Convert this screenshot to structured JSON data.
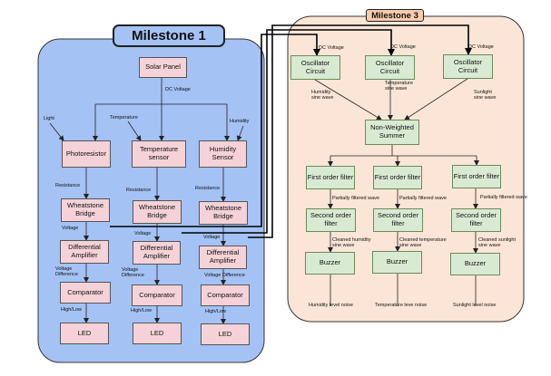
{
  "milestone1": {
    "title": "Milestone 1",
    "solar_panel": "Solar Panel",
    "dc_voltage": "DC Voltage",
    "sensors": [
      {
        "input": "Light",
        "sensor": "Photoresistor",
        "resistance": "Resistance",
        "bridge": "Wheatstone Bridge",
        "voltage": "Voltage",
        "amplifier": "Differential Amplifier",
        "difference": "Voltage Difference",
        "comparator": "Comparator",
        "highlow": "High/Low",
        "led": "LED"
      },
      {
        "input": "Temperature",
        "sensor": "Temperature sensor",
        "resistance": "Resistance",
        "bridge": "Wheatstone Bridge",
        "voltage": "Voltage",
        "amplifier": "Differential Amplifier",
        "difference": "Voltage Difference",
        "comparator": "Comparator",
        "highlow": "High/Low",
        "led": "LED"
      },
      {
        "input": "Humidity",
        "sensor": "Humidity Sensor",
        "resistance": "Resistance",
        "bridge": "Wheatstone Bridge",
        "voltage": "Voltage",
        "amplifier": "Differential Amplifier",
        "difference": "Voltage Difference",
        "comparator": "Comparator",
        "highlow": "High/Low",
        "led": "LED"
      }
    ]
  },
  "milestone3": {
    "title": "Milestone 3",
    "dc_voltage": "DC Voltage",
    "summer": "Non-Weighted Summer",
    "channels": [
      {
        "oscillator": "Oscillator Circuit",
        "wave": "Humidity sine wave",
        "first_filter": "First order filter",
        "partial": "Partially filtered wave",
        "second_filter": "Second order filter",
        "cleaned": "Cleaned humidity sine wave",
        "buzzer": "Buzzer",
        "noise": "Humidity level noise"
      },
      {
        "oscillator": "Oscillator Circuit",
        "wave": "Temperature sine wave",
        "first_filter": "First order filter",
        "partial": "Partially filtered wave",
        "second_filter": "Second order filter",
        "cleaned": "Cleaned temperature sine wave",
        "buzzer": "Buzzer",
        "noise": "Temperature leve noise"
      },
      {
        "oscillator": "Oscillator Circuit",
        "wave": "Sunlight sine wave",
        "first_filter": "First order filter",
        "partial": "Partially filtered wave",
        "second_filter": "Second order filter",
        "cleaned": "Cleaned sunlight sine wave",
        "buzzer": "Buzzer",
        "noise": "Sunlight level noise"
      }
    ]
  },
  "colors": {
    "milestone1_panel": "#a4c2f4",
    "milestone3_panel": "#fbe5d6",
    "milestone1_block": "#f4d2d7",
    "milestone3_block": "#d9ead3"
  }
}
